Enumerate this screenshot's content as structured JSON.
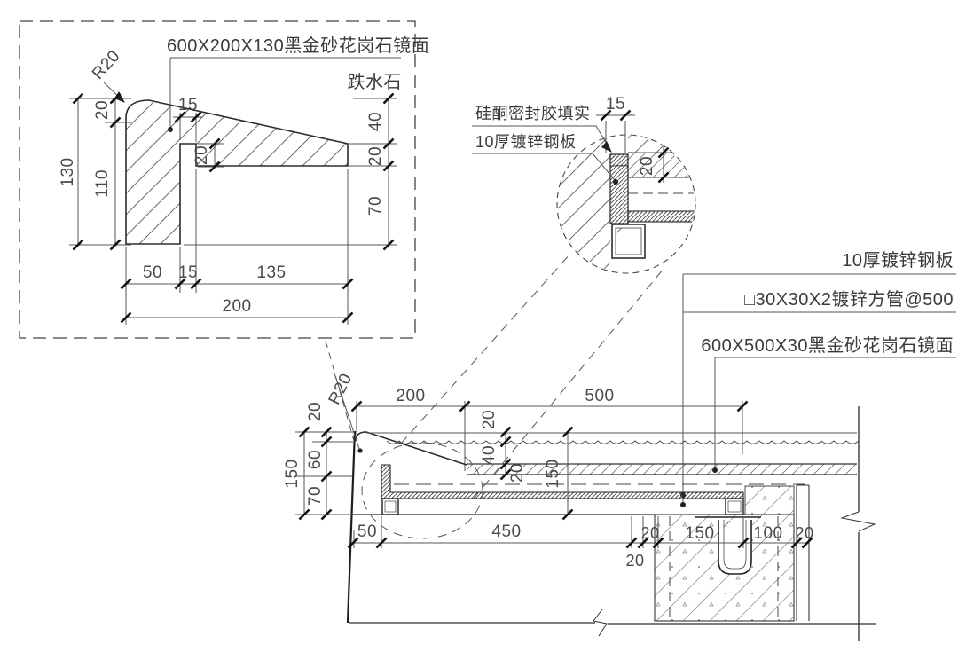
{
  "detail_box": {
    "title": "600X200X130黑金砂花岗石镜面",
    "stone_name": "跌水石",
    "radius": "R20",
    "dim_left_top": "20",
    "dim_left_total": "130",
    "dim_left_body": "110",
    "dim_top_notch": "15",
    "dim_notch_depth": "20",
    "dim_right_top": "40",
    "dim_right_mid": "20",
    "dim_right_bottom": "70",
    "dim_bottom_1": "50",
    "dim_bottom_2": "15",
    "dim_bottom_3": "135",
    "dim_bottom_total": "200"
  },
  "enlarged_detail": {
    "label_sealant": "硅酮密封胶填实",
    "label_plate": "10厚镀锌钢板",
    "dim_top": "15",
    "dim_side": "20"
  },
  "callout_labels": {
    "plate": "10厚镀锌钢板",
    "tube": "□30X30X2镀锌方管@500",
    "granite": "600X500X30黑金砂花岗石镜面"
  },
  "section": {
    "radius": "R20",
    "dim_top_1": "200",
    "dim_top_2": "500",
    "dim_left_1": "20",
    "dim_left_2": "60",
    "dim_left_3": "70",
    "dim_left_total": "150",
    "dim_mid_1": "20",
    "dim_mid_2": "40",
    "dim_mid_3": "20",
    "dim_mid_total": "150",
    "dim_bot_1": "50",
    "dim_bot_2": "450",
    "dim_bot_3": "20",
    "dim_bot_3b": "20",
    "dim_bot_4": "150",
    "dim_bot_5": "100",
    "dim_bot_6": "20"
  }
}
